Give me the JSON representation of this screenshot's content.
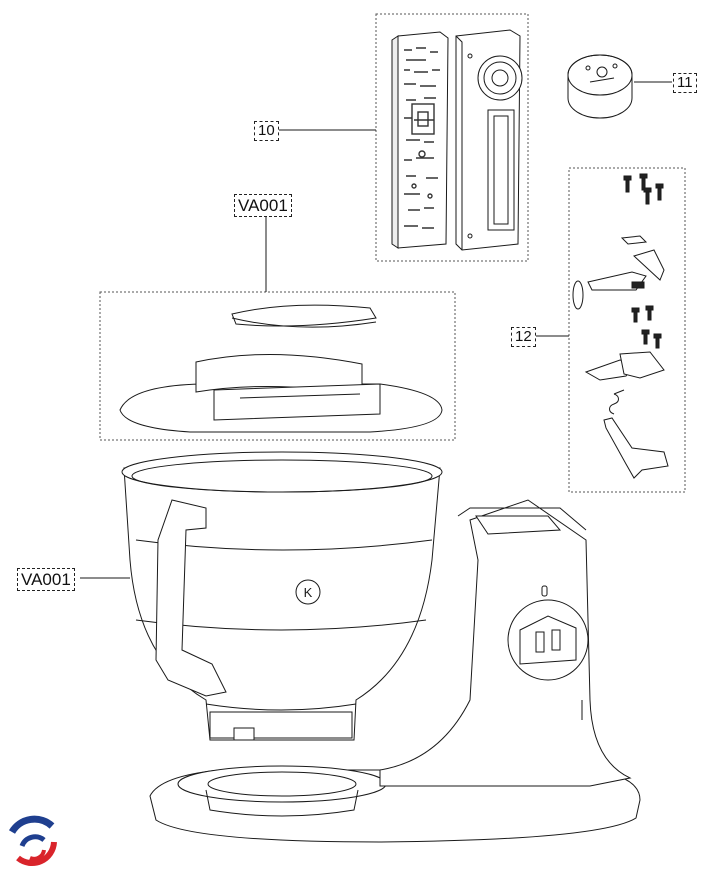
{
  "callouts": {
    "c10": "10",
    "c11": "11",
    "c12": "12",
    "va_lid": "VA001",
    "va_bowl": "VA001"
  },
  "bowl_badge": "K",
  "colors": {
    "line": "#1a1a1a",
    "part_fill": "#ffffff",
    "logo_blue": "#1f3f8f",
    "logo_red": "#d9242b"
  },
  "icons": {
    "logo": "brand-swirl-logo"
  }
}
